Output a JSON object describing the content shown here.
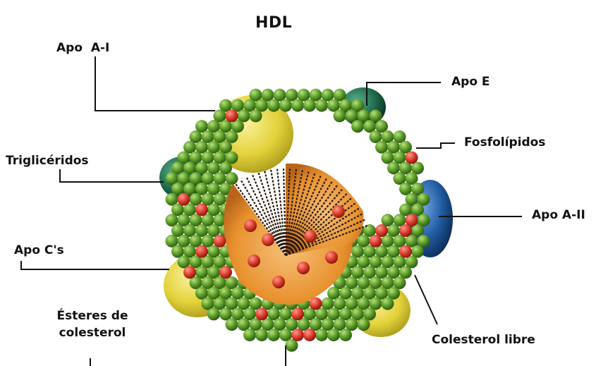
{
  "title": "HDL",
  "labels": {
    "apo_a1": "Apo  A-I",
    "apo_e": "Apo E",
    "fosfolipidos": "Fosfolípidos",
    "trigliceridos": "Triglicéridos",
    "apo_a2": "Apo A-II",
    "apo_cs": "Apo C's",
    "esteres_line1": "Ésteres de",
    "esteres_line2": "colesterol",
    "colesterol_libre": "Colesterol libre"
  },
  "colors": {
    "core": "#e8922e",
    "phospholipid": "#5d9e2b",
    "free_cholesterol": "#d83a2a",
    "apo_a1": "#e3d23a",
    "apo_blue": "#1f5aa0",
    "apo_teal": "#1f6b4c"
  }
}
